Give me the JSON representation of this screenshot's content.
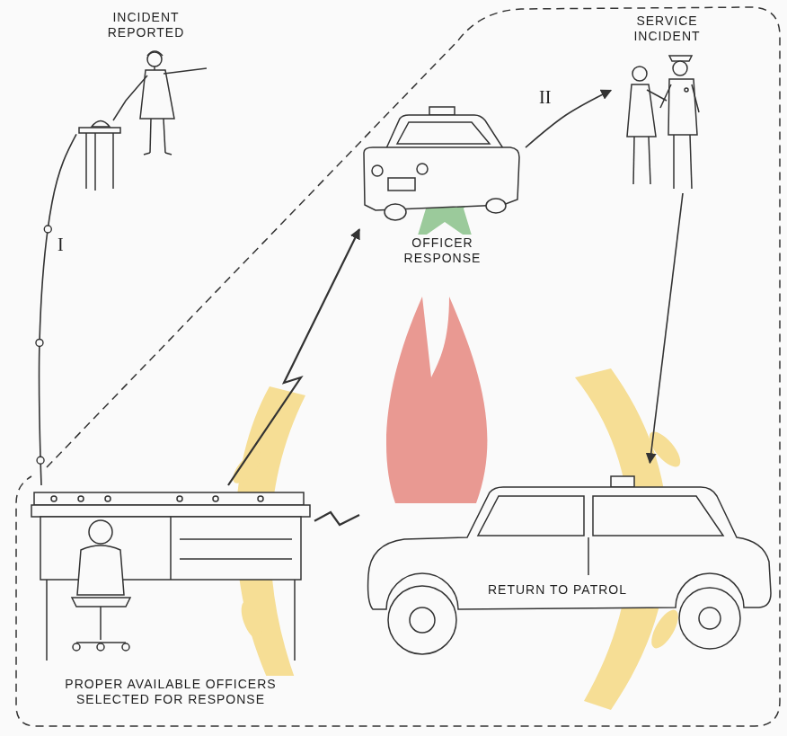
{
  "diagram": {
    "nodes": [
      {
        "text": [
          "INCIDENT REPORTED"
        ]
      },
      {
        "text": [
          "SERVICE INCIDENT"
        ]
      },
      {
        "text": [
          "OFFICER RESPONSE"
        ]
      },
      {
        "text": [
          "PROPER AVAILABLE OFFICERS SELECTED FOR RESPONSE"
        ]
      },
      {
        "text": [
          "RETURN TO PATROL"
        ]
      }
    ],
    "edges": [
      {
        "from": 0,
        "to": 3,
        "arrow": "none",
        "label": "I"
      },
      {
        "from": 3,
        "to": 2,
        "arrow": "to"
      },
      {
        "from": 3,
        "to": 4,
        "arrow": "none"
      },
      {
        "from": 2,
        "to": 1,
        "arrow": "to",
        "label": "II"
      },
      {
        "from": 1,
        "to": 4,
        "arrow": "to"
      }
    ]
  }
}
